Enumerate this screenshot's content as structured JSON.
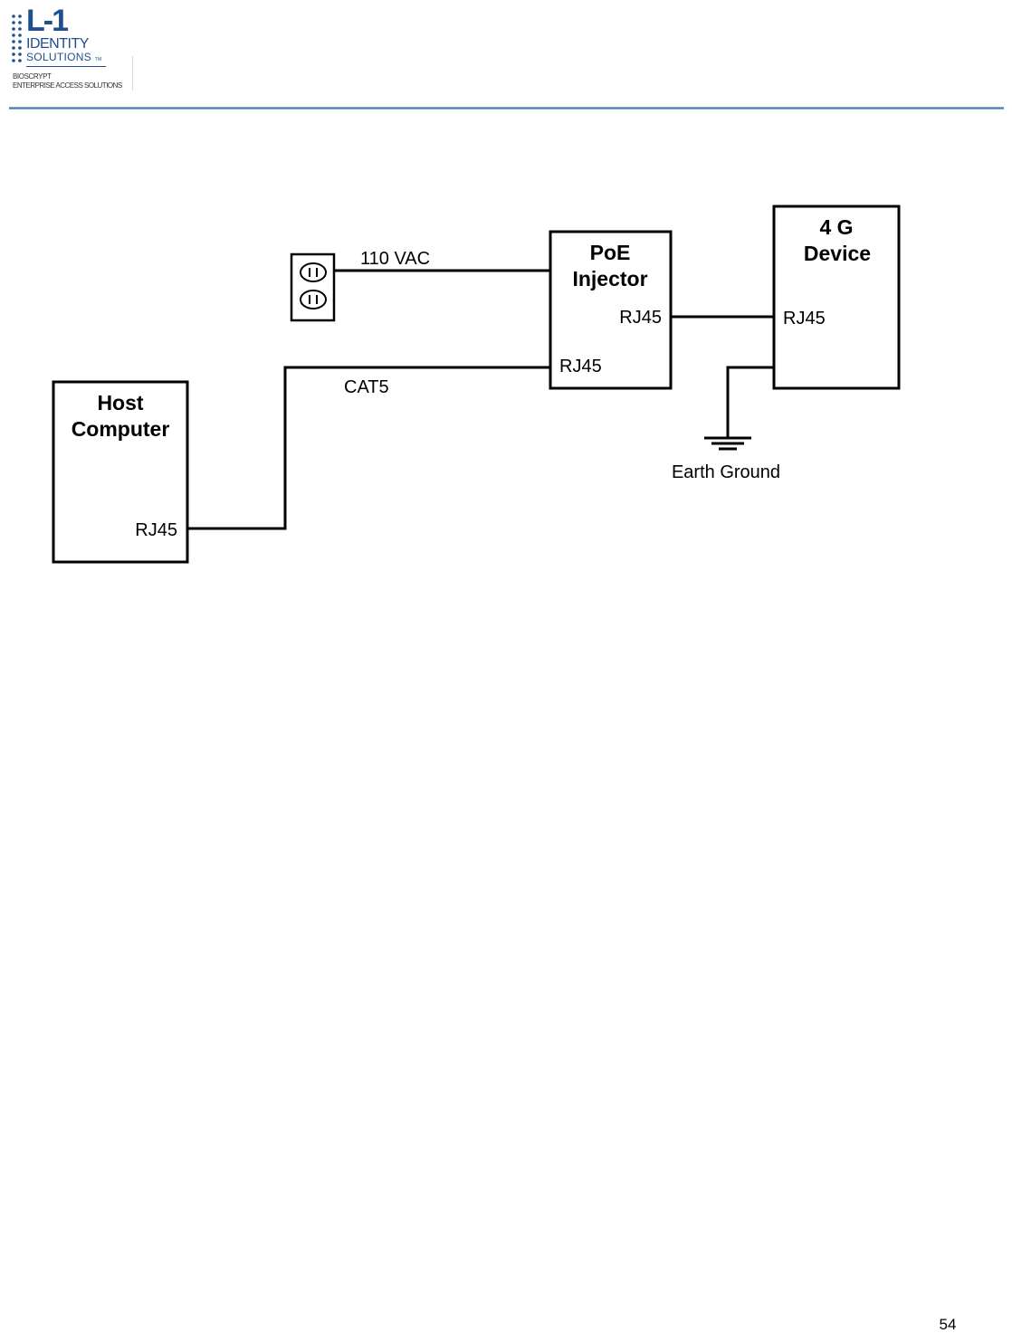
{
  "header": {
    "logo": {
      "brand": "L-1",
      "line1": "IDENTITY",
      "line2": "SOLUTIONS",
      "tm": "TM",
      "subline1": "BIOSCRYPT",
      "subline2": "ENTERPRISE ACCESS SOLUTIONS"
    },
    "accent_color": "#1f4e8c"
  },
  "diagram": {
    "outlet": {
      "icon": "power-outlet-icon"
    },
    "power_line_label": "110 VAC",
    "poe_injector": {
      "title_line1": "PoE",
      "title_line2": "Injector",
      "port_out": "RJ45",
      "port_in": "RJ45"
    },
    "device": {
      "title_line1": "4 G",
      "title_line2": "Device",
      "port": "RJ45"
    },
    "host": {
      "title_line1": "Host",
      "title_line2": "Computer",
      "port": "RJ45"
    },
    "cable_label": "CAT5",
    "ground": {
      "icon": "ground-symbol-icon",
      "label": "Earth Ground"
    }
  },
  "footer": {
    "page_number": "54"
  }
}
